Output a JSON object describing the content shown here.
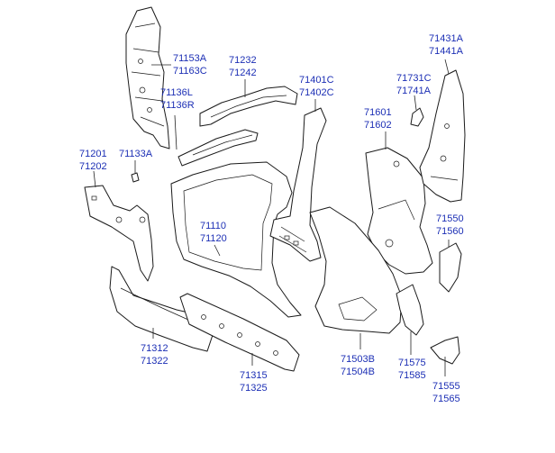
{
  "diagram": {
    "label_color": "#1c2fb5",
    "line_color": "#1a1a1a",
    "callouts": [
      {
        "id": "c-71153A",
        "lines": [
          "71153A",
          "71163C"
        ]
      },
      {
        "id": "c-71232",
        "lines": [
          "71232",
          "71242"
        ]
      },
      {
        "id": "c-71136",
        "lines": [
          "71136L",
          "71136R"
        ]
      },
      {
        "id": "c-71401",
        "lines": [
          "71401C",
          "71402C"
        ]
      },
      {
        "id": "c-71431",
        "lines": [
          "71431A",
          "71441A"
        ]
      },
      {
        "id": "c-71731",
        "lines": [
          "71731C",
          "71741A"
        ]
      },
      {
        "id": "c-71601",
        "lines": [
          "71601",
          "71602"
        ]
      },
      {
        "id": "c-71201",
        "lines": [
          "71201",
          "71202"
        ]
      },
      {
        "id": "c-71133",
        "lines": [
          "71133A"
        ]
      },
      {
        "id": "c-71110",
        "lines": [
          "71110",
          "71120"
        ]
      },
      {
        "id": "c-71550",
        "lines": [
          "71550",
          "71560"
        ]
      },
      {
        "id": "c-71312",
        "lines": [
          "71312",
          "71322"
        ]
      },
      {
        "id": "c-71315",
        "lines": [
          "71315",
          "71325"
        ]
      },
      {
        "id": "c-71503",
        "lines": [
          "71503B",
          "71504B"
        ]
      },
      {
        "id": "c-71575",
        "lines": [
          "71575",
          "71585"
        ]
      },
      {
        "id": "c-71555",
        "lines": [
          "71555",
          "71565"
        ]
      }
    ]
  }
}
